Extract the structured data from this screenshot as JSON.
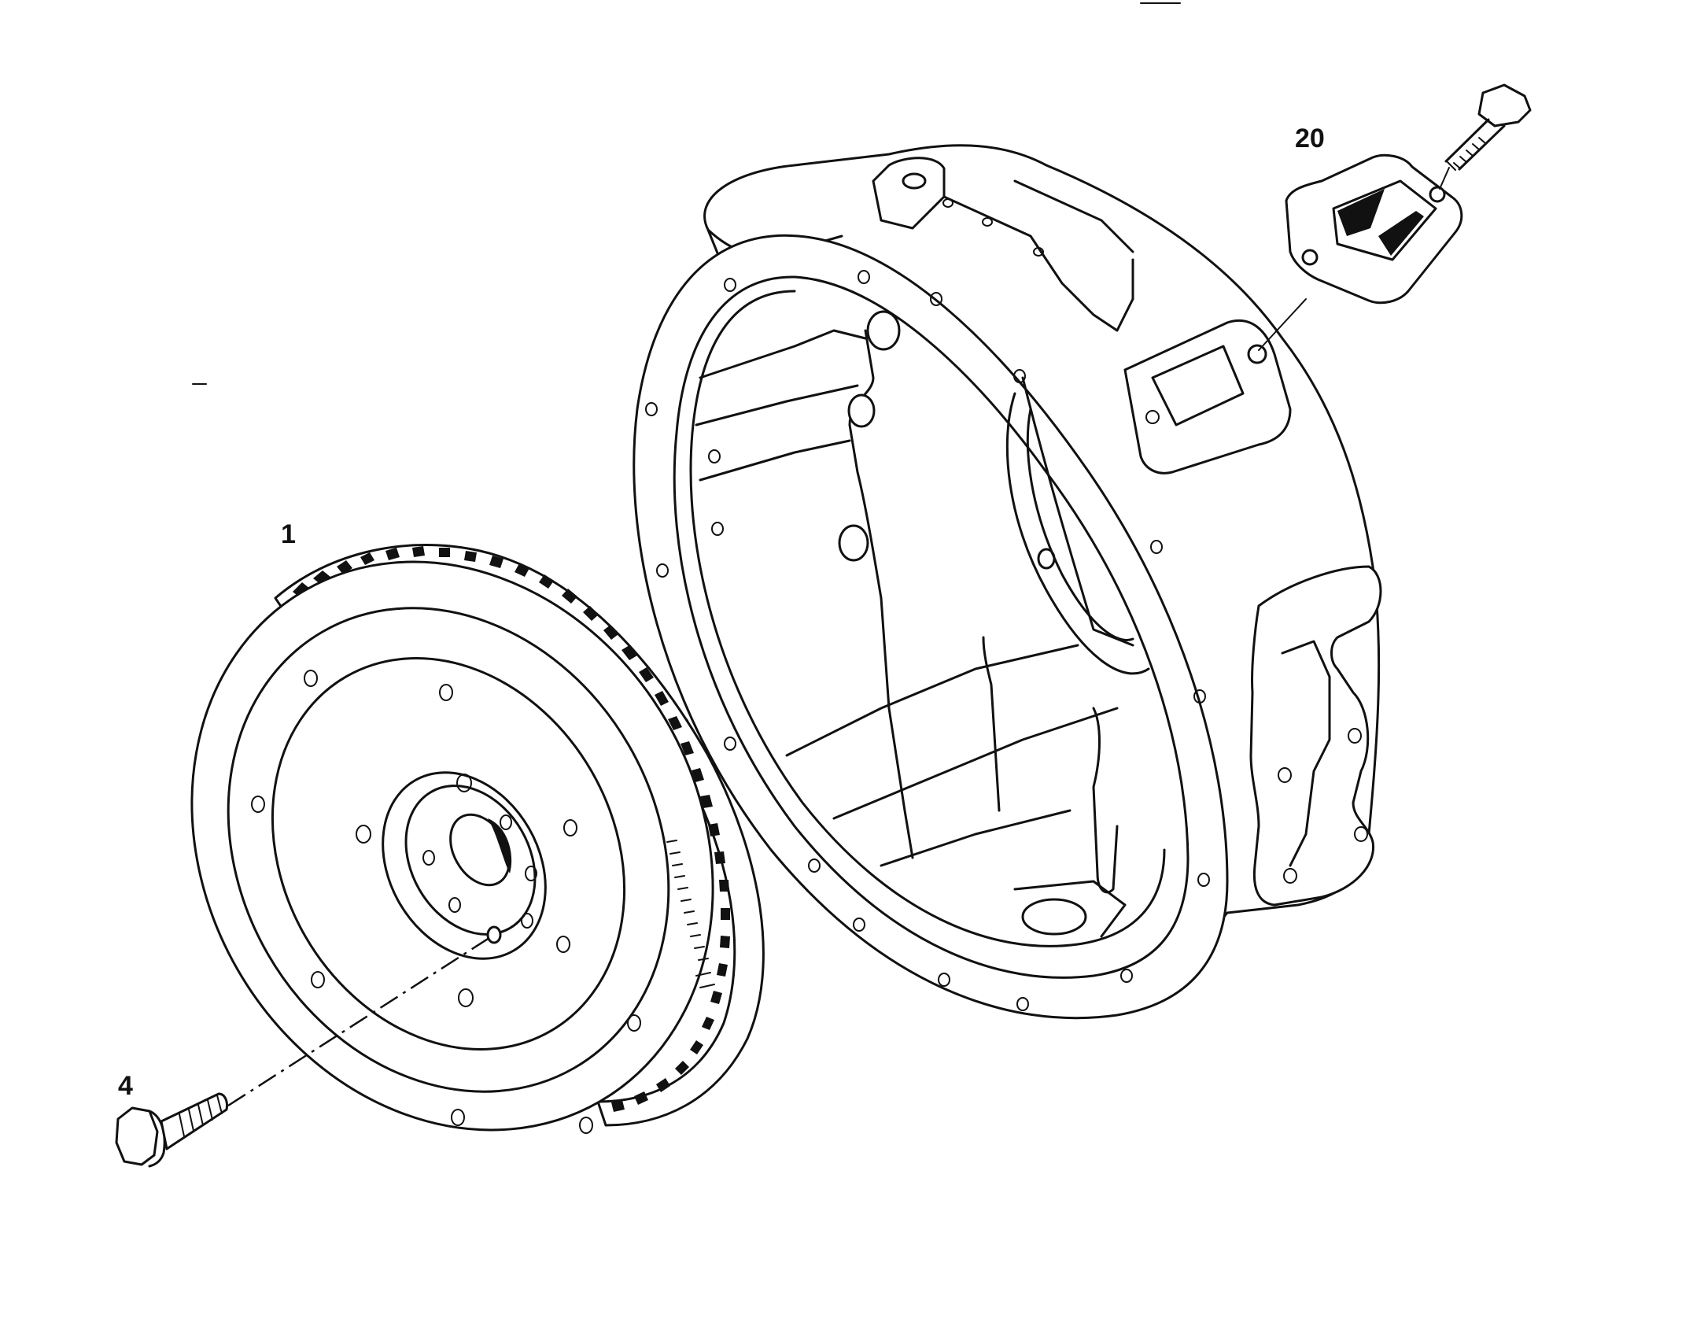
{
  "callouts": {
    "flywheel": "1",
    "flywheel_bolt": "4",
    "cover_plate": "20"
  },
  "colors": {
    "line": "#111111",
    "background": "#ffffff"
  }
}
